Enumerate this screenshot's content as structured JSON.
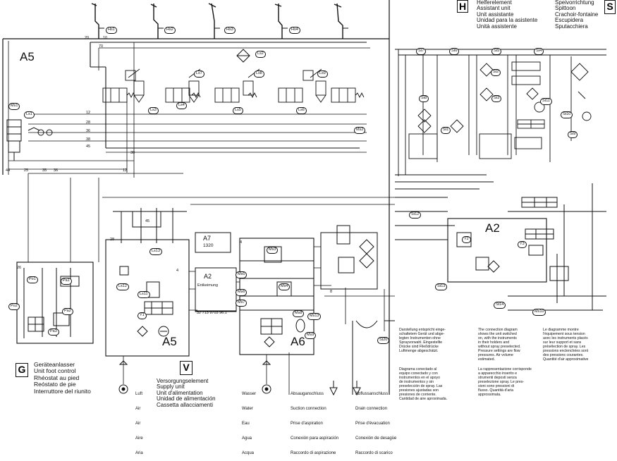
{
  "section_labels": {
    "a5_top": "A5",
    "a5_bottom": "A5",
    "a6": "A6",
    "a2_right": "A2",
    "a7": "A7",
    "a7_code": "1320",
    "a2_center": "A2",
    "a2_center_sub": "Entkeimung",
    "a2_code": "32 713 9703 96.1"
  },
  "H_box": {
    "letter": "H",
    "lines": [
      "Helferelement",
      "Assistant unit",
      "Unit assistante",
      "Unidad para la asistente",
      "Unità assistente"
    ]
  },
  "S_box": {
    "letter": "S",
    "lines": [
      "Speivorrichtung",
      "Spittoon",
      "Crachoir-fontaine",
      "Escupidera",
      "Sputacchiera"
    ]
  },
  "G_box": {
    "letter": "G",
    "lines": [
      "Geräteanlasser",
      "Unit foot control",
      "Rhéostat au pied",
      "Reóstato de pie",
      "Interruttore del riunito"
    ]
  },
  "V_box": {
    "letter": "V",
    "lines": [
      "Versorgungselement",
      "Supply unit",
      "Unit d'alimentation",
      "Unidad de alimentación",
      "Cassetta allacciamenti"
    ]
  },
  "air_labels": [
    "Luft",
    "Air",
    "Air",
    "Aire",
    "Aria"
  ],
  "water_labels": [
    "Wasser",
    "Water",
    "Eau",
    "Agua",
    "Acqua"
  ],
  "suction_labels": [
    "Absauganschluss",
    "Suction connection",
    "Prise d'aspiration",
    "Conexión para aspiración",
    "Raccordo di aspirazione"
  ],
  "drain_labels": [
    "Abflussanschluss",
    "Drain connection",
    "Prise d'évacuation",
    "Conexión de desagüe",
    "Raccordo di scarico"
  ],
  "note_de": "Darstellung entspricht einge-\nschaltetem Gerät und abge-\nlegten Instrumenten ohne\nSprayvorwahl. Eingestellte\nDrücke sind Fließdrücke\nLuftmenge abgeschätzt.",
  "note_en": "The connection diagram\nshows the unit switched\non, with the instruments\nin their holders and\nwithout spray preselected.\nPressure settings are flow\npressures. Air volume\nestimated.",
  "note_fr": "Le diagramme montre\nl'équipement sous tension\navec les instruments placés\nsur leur support et sans\nprésélection de spray. Les\npressions enclenchées sont\ndes pressions courantes.\nQuantité d'air approximative",
  "note_es": "Diagrama conectado al\nequipo conectado y con\ninstrumentos en el apoyo\nde instrumentos y sin\npreselección de spray. Las\npresiones ajustadas son\npresiones de corriente.\nCantidad de aire aproximada.",
  "note_it": "La rappresentazione corrisponde\na apparecchio inserito e\nstrumenti deposti senza\npreselezione spray. Le pres-\nsioni sono pressioni di\nflusso. Quantità d'aria\napprossimata.",
  "part_codes": [
    "Hs1",
    "Hs2",
    "Hs3",
    "Hs4",
    "Ls2",
    "Ls3",
    "Ls4",
    "Ls5",
    "Ls6",
    "Ls7",
    "Ls8",
    "Ls9",
    "Ms1",
    "Ls1",
    "Ms2",
    "Ms13",
    "Ms3",
    "Ms4",
    "Ms5",
    "Ms6",
    "Ms7",
    "Ms8",
    "Ms9",
    "St7",
    "St6",
    "St5",
    "St4",
    "St2",
    "St3",
    "St1",
    "St11",
    "St10",
    "St9",
    "St8",
    "St12",
    "St13",
    "St14",
    "Ms10",
    "St20",
    "Po1",
    "Po2",
    "Pa1",
    "Pa2",
    "Pa3",
    "Y1",
    "Y2",
    "Y3",
    "Ls13",
    "Ls12",
    "Ls11"
  ],
  "line_numbers": [
    "20",
    "10",
    "70",
    "12",
    "28",
    "36",
    "38",
    "45",
    "30",
    "44",
    "25",
    "35",
    "36",
    "12",
    "26",
    "28",
    "45",
    "4",
    "4",
    "8"
  ]
}
